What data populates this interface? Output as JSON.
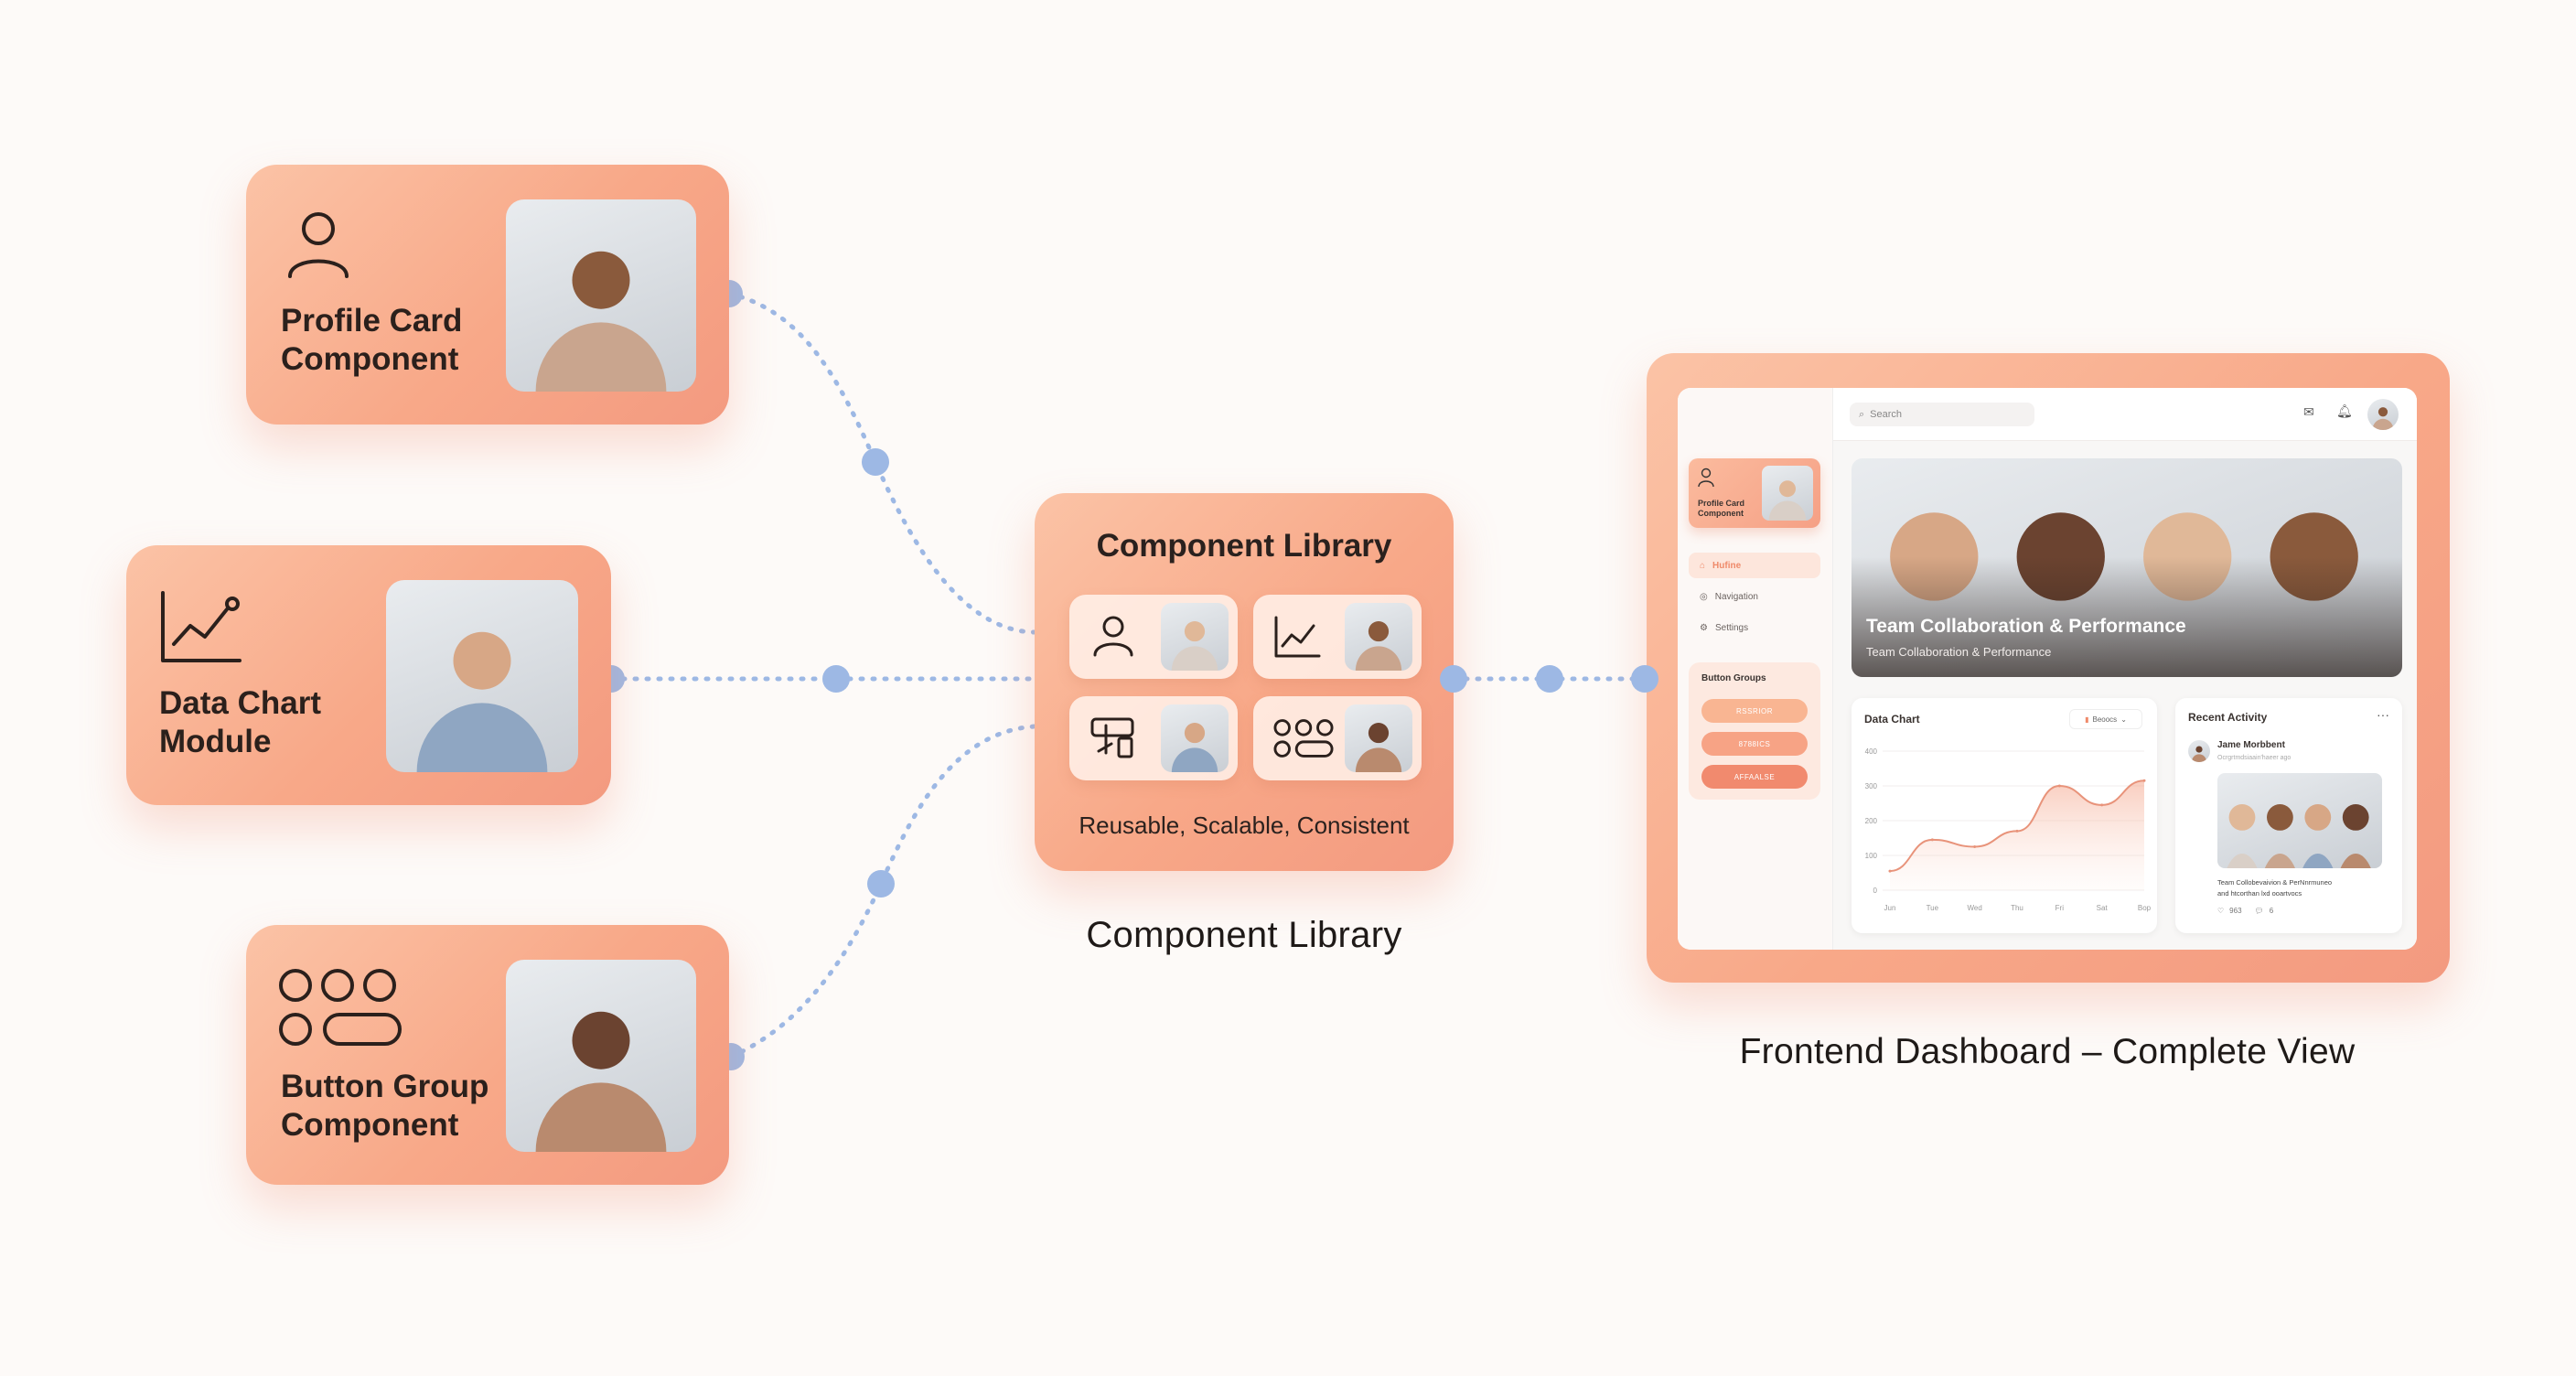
{
  "modules": {
    "profile_card": {
      "title_line1": "Profile Card",
      "title_line2": "Component",
      "icon": "user-icon"
    },
    "data_chart": {
      "title_line1": "Data Chart",
      "title_line2": "Module",
      "icon": "line-chart-icon"
    },
    "button_group": {
      "title_line1": "Button Group",
      "title_line2": "Component",
      "icon": "button-grid-icon"
    }
  },
  "library": {
    "title": "Component Library",
    "tagline": "Reusable, Scalable, Consistent",
    "caption": "Component Library",
    "tiles": [
      {
        "icon": "user-icon"
      },
      {
        "icon": "line-chart-icon"
      },
      {
        "icon": "layout-tools-icon"
      },
      {
        "icon": "button-grid-icon"
      }
    ]
  },
  "dashboard": {
    "caption": "Frontend Dashboard – Complete View",
    "search_placeholder": "Search",
    "mini_profile": {
      "line1": "Profile Card",
      "line2": "Component"
    },
    "nav": [
      {
        "label": "Hufine",
        "icon": "home-icon",
        "active": true
      },
      {
        "label": "Navigation",
        "icon": "compass-icon",
        "active": false
      },
      {
        "label": "Settings",
        "icon": "settings-icon",
        "active": false
      }
    ],
    "button_groups": {
      "title": "Button Groups",
      "buttons": [
        {
          "label": "RSSRIOR",
          "color": "#f9b592"
        },
        {
          "label": "8788ICS",
          "color": "#f7a385"
        },
        {
          "label": "AFFAALSE",
          "color": "#f18a6e"
        }
      ]
    },
    "hero": {
      "title": "Team Collaboration & Performance",
      "subtitle": "Team Collaboration & Performance"
    },
    "chart_panel": {
      "title": "Data Chart",
      "dropdown": "Beoocs"
    },
    "activity": {
      "title": "Recent Activity",
      "more": "···",
      "user": "Jame Morbbent",
      "meta": "Ocrgrtmdsiaain'haeer ago",
      "text_line1": "Team Collobevaivion & PerNnrmuneo",
      "text_line2": "and htcorthan lxd ooartvocs",
      "likes": "963",
      "comments": "6"
    }
  },
  "colors": {
    "accent": "#f39a80",
    "connector": "#9db8e4",
    "line": "#e8937a"
  },
  "chart_data": {
    "type": "area",
    "title": "Data Chart",
    "categories": [
      "Jun",
      "Tue",
      "Wed",
      "Thu",
      "Fri",
      "Sat",
      "Bop"
    ],
    "values": [
      55,
      145,
      125,
      170,
      300,
      245,
      315
    ],
    "yticks": [
      "0",
      "100",
      "200",
      "300",
      "400"
    ],
    "ylim": [
      0,
      400
    ],
    "grid": true
  }
}
